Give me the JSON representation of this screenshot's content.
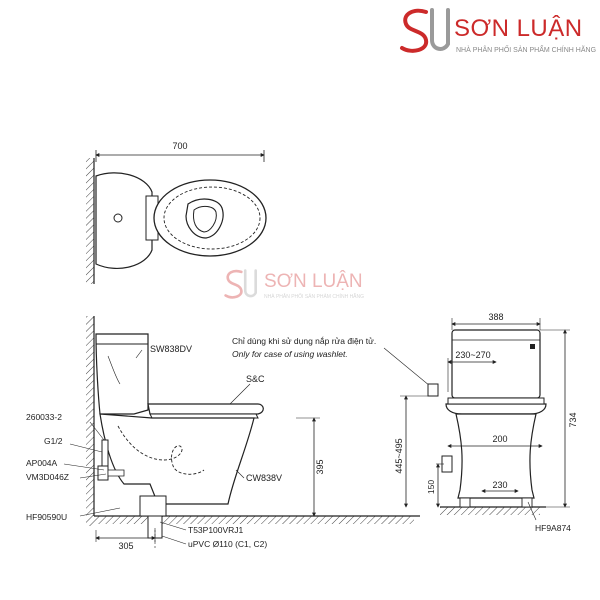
{
  "brand": {
    "name": "SƠN LUẬN",
    "tagline": "NHÀ PHÂN PHỐI SẢN PHẨM CHÍNH HÃNG",
    "accent": "#cc2a2a"
  },
  "watermark": {
    "name": "SƠN LUẬN",
    "tagline": "NHÀ PHÂN PHỐI SẢN PHẨM CHÍNH HÃNG"
  },
  "dimensions": {
    "top_width": "700",
    "side_depth": "305",
    "side_height": "395",
    "front_width": "388",
    "front_inner": "230~270",
    "front_height": "734",
    "front_range": "445~495",
    "front_200": "200",
    "front_230": "230",
    "front_150": "150"
  },
  "parts": {
    "seat_model": "SW838DV",
    "seat_cover": "S&C",
    "bowl": "CW838V",
    "p1": "260033-2",
    "p2": "G1/2",
    "p3": "AP004A",
    "p4": "VM3D046Z",
    "p5": "HF90590U",
    "p6": "T53P100VRJ1",
    "p7": "uPVC Ø110 (C1, C2)",
    "front_fix": "HF9A874"
  },
  "note": {
    "vi": "Chỉ dùng khi sử dụng nắp rửa điện tử.",
    "en": "Only for case of using washlet."
  }
}
